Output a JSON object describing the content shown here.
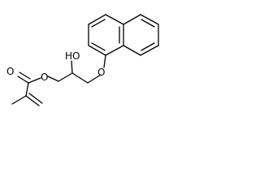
{
  "molecule": {
    "atom_labels": {
      "carbonyl_oxygen": "O",
      "ester_oxygen": "O",
      "hydroxyl": "HO",
      "ether_oxygen": "O"
    },
    "colors": {
      "bond": "#000000",
      "text": "#000000",
      "background": "#ffffff"
    }
  }
}
